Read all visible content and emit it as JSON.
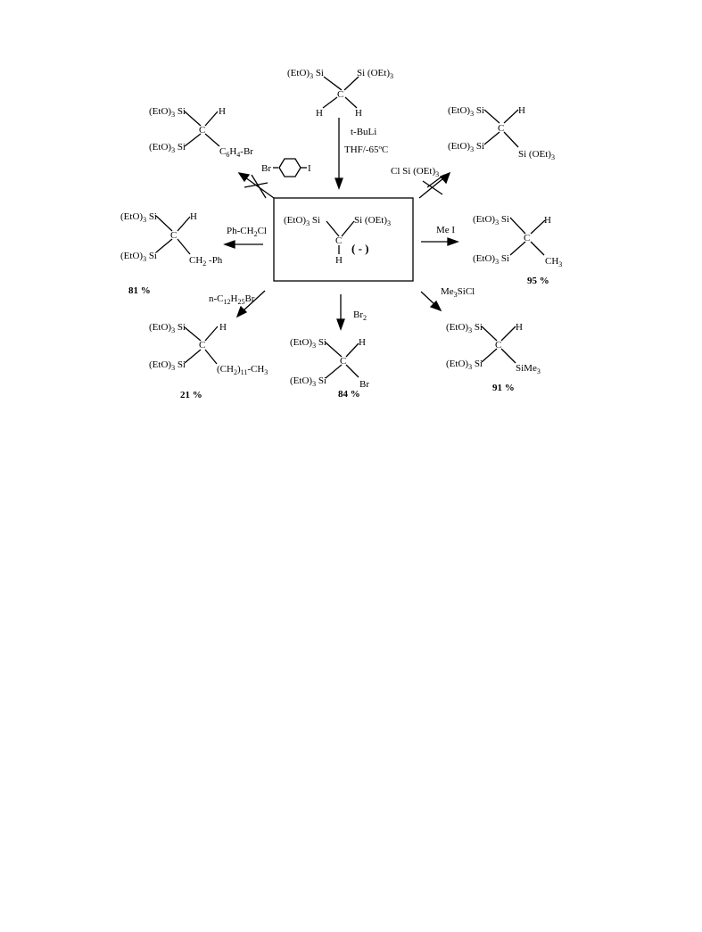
{
  "molecules": {
    "start": {
      "tl": "(EtO)3 Si",
      "tr": "Si (OEt)3",
      "center": "C",
      "bl": "H",
      "br": "H"
    },
    "anion": {
      "tl": "(EtO)3 Si",
      "tr": "Si (OEt)3",
      "center": "C",
      "bottom": "H",
      "charge": "( - )"
    },
    "aryl": {
      "tl": "(EtO)3 Si",
      "tr": "H",
      "center": "C",
      "bl": "(EtO)3 Si",
      "br": "C6H4-Br"
    },
    "trisilyl": {
      "tl": "(EtO)3 Si",
      "tr": "H",
      "center": "C",
      "bl": "(EtO)3 Si",
      "br": "Si (OEt)3"
    },
    "benzyl": {
      "tl": "(EtO)3 Si",
      "tr": "H",
      "center": "C",
      "bl": "(EtO)3 Si",
      "br": "CH2 -Ph",
      "yield": "81 %"
    },
    "methyl": {
      "tl": "(EtO)3 Si",
      "tr": "H",
      "center": "C",
      "bl": "(EtO)3 Si",
      "br": "CH3",
      "yield": "95 %"
    },
    "dodecyl": {
      "tl": "(EtO)3 Si",
      "tr": "H",
      "center": "C",
      "bl": "(EtO)3 Si",
      "br": "(CH2)11-CH3",
      "yield": "21 %"
    },
    "bromo": {
      "tl": "(EtO)3 Si",
      "tr": "H",
      "center": "C",
      "bl": "(EtO)3 Si",
      "br": "Br",
      "yield": "84 %"
    },
    "silyl": {
      "tl": "(EtO)3 Si",
      "tr": "H",
      "center": "C",
      "bl": "(EtO)3 Si",
      "br": "SiMe3",
      "yield": "91 %"
    }
  },
  "reagents": {
    "deprotonation_line1": "t-BuLi",
    "deprotonation_line2": "THF/-65ºC",
    "aryl_br": "Br",
    "aryl_i": "I",
    "chlorosilane": "Cl Si (OEt)3",
    "benzyl_chloride": "Ph-CH2Cl",
    "methyl_iodide": "Me I",
    "dodecyl_bromide": "n-C12H25Br",
    "bromine": "Br2",
    "trimethylsilyl_chloride": "Me3SiCl"
  }
}
